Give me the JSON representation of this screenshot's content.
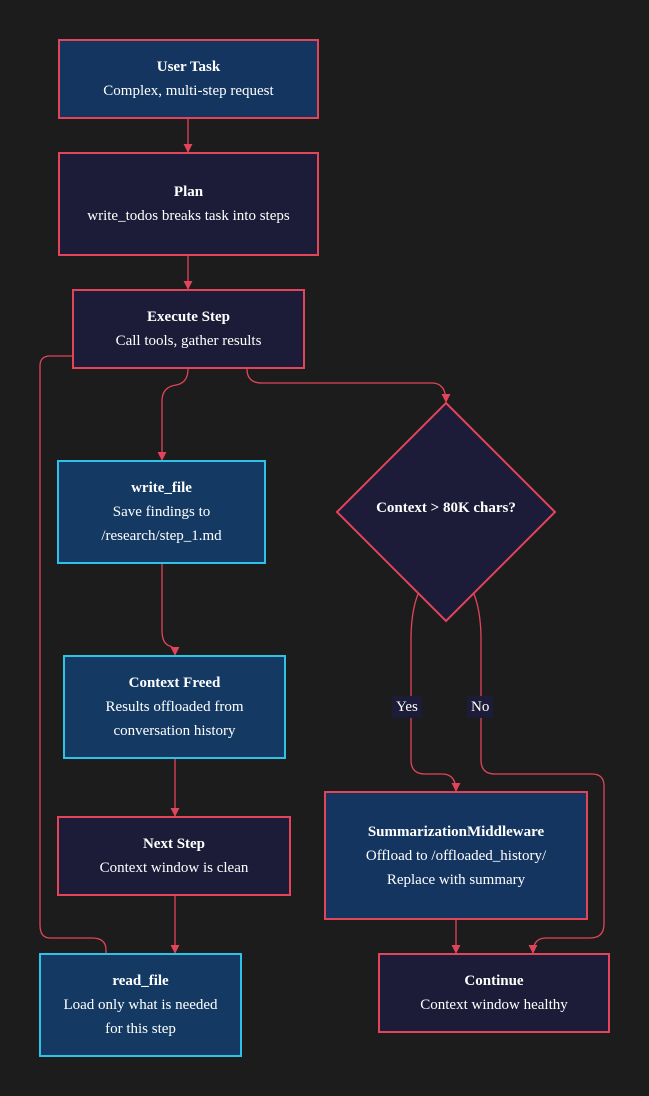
{
  "nodes": {
    "user_task": {
      "title": "User Task",
      "desc": "Complex, multi-step request"
    },
    "plan": {
      "title": "Plan",
      "desc": "write_todos breaks task into steps"
    },
    "execute_step": {
      "title": "Execute Step",
      "desc": "Call tools, gather results"
    },
    "write_file": {
      "title": "write_file",
      "desc_line1": "Save findings to",
      "desc_line2": "/research/step_1.md"
    },
    "context_freed": {
      "title": "Context Freed",
      "desc": "Results offloaded from conversation history"
    },
    "next_step": {
      "title": "Next Step",
      "desc": "Context window is clean"
    },
    "read_file": {
      "title": "read_file",
      "desc": "Load only what is needed for this step"
    },
    "decision": {
      "label": "Context > 80K chars?"
    },
    "summarization": {
      "title": "SummarizationMiddleware",
      "desc_line1": "Offload to /offloaded_history/",
      "desc_line2": "Replace with summary"
    },
    "continue": {
      "title": "Continue",
      "desc": "Context window healthy"
    }
  },
  "edge_labels": {
    "yes": "Yes",
    "no": "No"
  },
  "colors": {
    "background": "#1c1c1d",
    "edge": "#e2445a",
    "accent_cyan": "#2cc3e6",
    "node_dark": "#1c1c38",
    "node_blue": "#133560"
  }
}
